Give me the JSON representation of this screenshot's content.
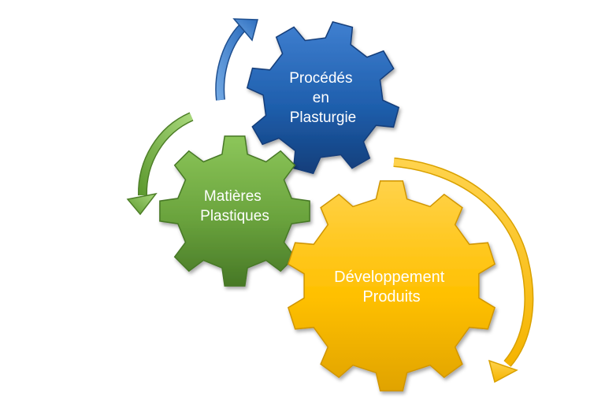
{
  "gears": {
    "procedes": {
      "lines": [
        "Procédés",
        "en",
        "Plasturgie"
      ],
      "color": "#1F5FAD"
    },
    "matieres": {
      "lines": [
        "Matières",
        "Plastiques"
      ],
      "color": "#6AA33D"
    },
    "developpement": {
      "lines": [
        "Développement",
        "Produits"
      ],
      "color": "#FFC000"
    }
  },
  "arrows": {
    "blue": "#3E7FCB",
    "green": "#7DB94A",
    "yellow": "#FFC000"
  }
}
